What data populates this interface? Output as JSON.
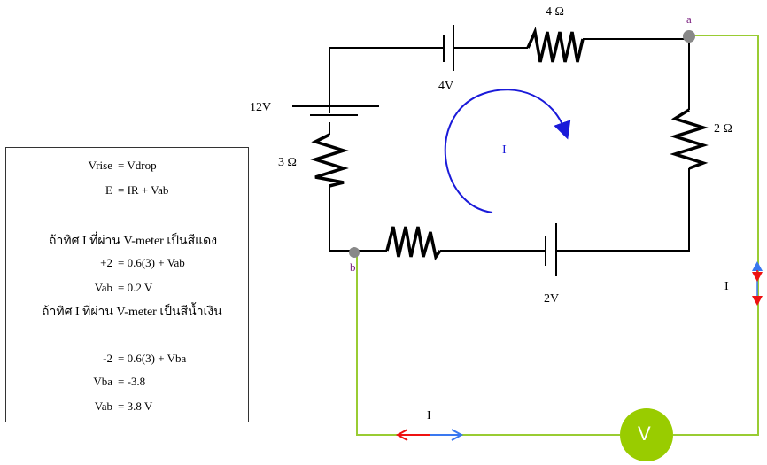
{
  "circuit": {
    "labels": {
      "r_top": "4 Ω",
      "emf_top": "4V",
      "emf_left": "12V",
      "r_left": "3 Ω",
      "r_right": "2 Ω",
      "emf_bottom": "2V",
      "loop_current": "I",
      "node_a": "a",
      "node_b": "b",
      "right_current": "I",
      "bottom_current": "I",
      "voltmeter": "V"
    },
    "colors": {
      "wire": "#000000",
      "meter_wire": "#99cc33",
      "voltmeter": "#99cc00",
      "node": "#888888",
      "loop_arrow": "#1a1ad9",
      "arrow_red": "#ee1111",
      "arrow_blue": "#3a78f0"
    }
  },
  "panel": {
    "eq1_left": "Vrise",
    "eq1_right": "= Vdrop",
    "eq2_left": "E",
    "eq2_right": "= IR + Vab",
    "case1_heading": "ถ้าทิศ I ที่ผ่าน V-meter เป็นสีแดง",
    "case1_eq1_left": "+2",
    "case1_eq1_right": "= 0.6(3) + Vab",
    "case1_eq2_left": "Vab",
    "case1_eq2_right": "= 0.2 V",
    "case2_heading": "ถ้าทิศ I ที่ผ่าน V-meter เป็นสีน้ำเงิน",
    "case2_eq1_left": "-2",
    "case2_eq1_right": "= 0.6(3) + Vba",
    "case2_eq2_left": "Vba",
    "case2_eq2_right": "= -3.8",
    "case2_eq3_left": "Vab",
    "case2_eq3_right": "= 3.8 V"
  }
}
